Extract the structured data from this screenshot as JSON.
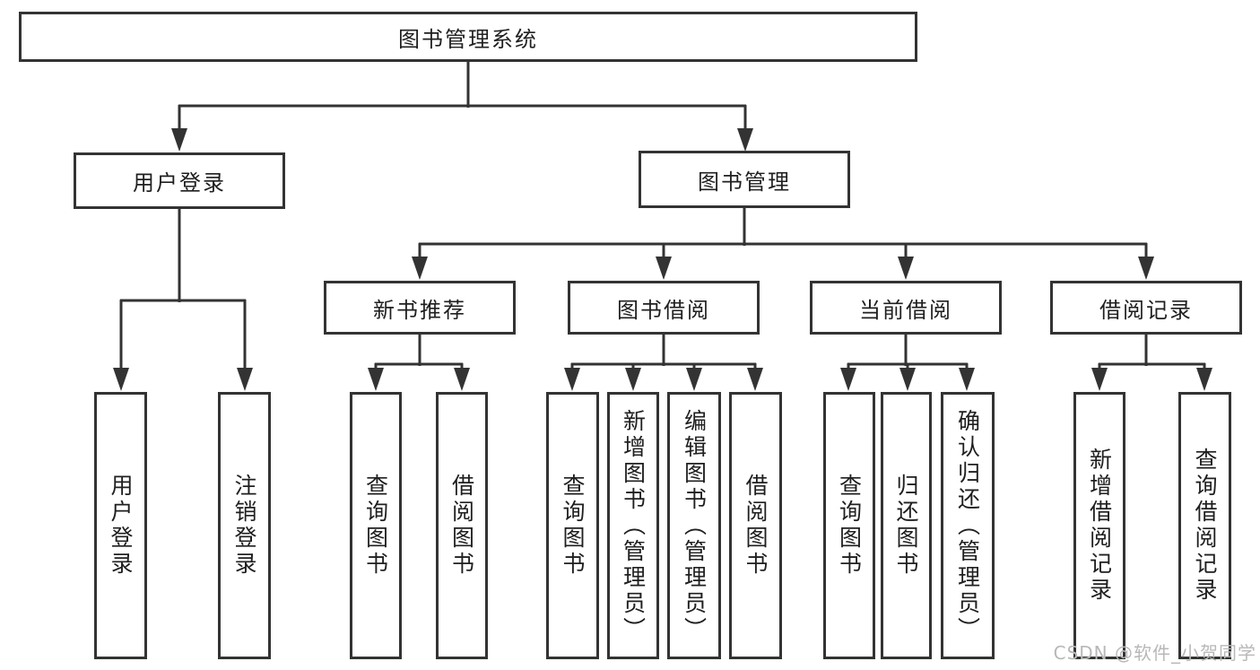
{
  "diagram": {
    "root": "图书管理系统",
    "branches": {
      "user_login": {
        "label": "用户登录",
        "children": [
          "用户登录",
          "注销登录"
        ]
      },
      "book_management": {
        "label": "图书管理",
        "sections": {
          "new_book_recommend": {
            "label": "新书推荐",
            "children": [
              "查询图书",
              "借阅图书"
            ]
          },
          "book_borrowing": {
            "label": "图书借阅",
            "children": [
              "查询图书",
              "新增图书（管理员）",
              "编辑图书（管理员）",
              "借阅图书"
            ]
          },
          "current_borrowing": {
            "label": "当前借阅",
            "children": [
              "查询图书",
              "归还图书",
              "确认归还（管理员）"
            ]
          },
          "borrowing_records": {
            "label": "借阅记录",
            "children": [
              "新增借阅记录",
              "查询借阅记录"
            ]
          }
        }
      }
    }
  },
  "watermark": "CSDN @软件_小贺同学",
  "colors": {
    "line": "#333333",
    "box_border": "#333333",
    "text": "#1f1f1f",
    "watermark": "#b8b8b8",
    "background": "#ffffff"
  }
}
